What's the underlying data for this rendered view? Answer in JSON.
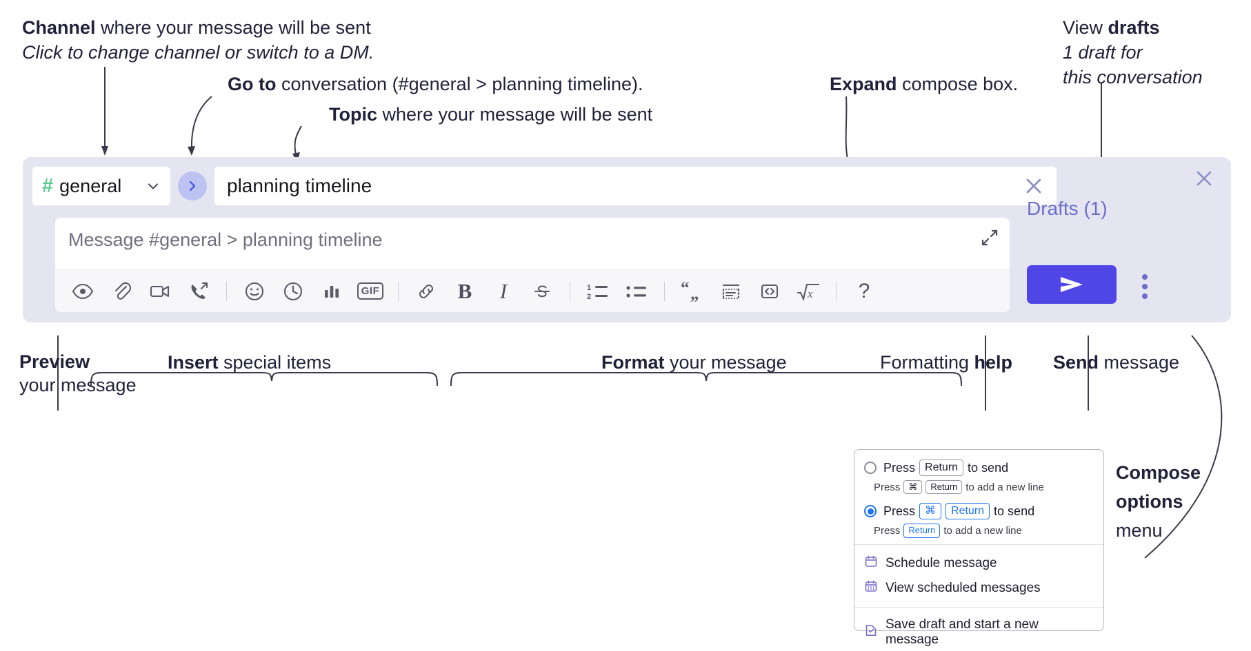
{
  "annotations": {
    "channel": {
      "bold": "Channel",
      "rest": " where your message will be sent",
      "sub": "Click to change channel or switch to a DM."
    },
    "goto": {
      "bold": "Go to",
      "rest": " conversation (#general > planning timeline)."
    },
    "topic": {
      "bold": "Topic",
      "rest": " where your message will be sent"
    },
    "expand": {
      "bold": "Expand",
      "rest": " compose box."
    },
    "drafts": {
      "pre": "View ",
      "bold": "drafts",
      "sub1": "1 draft for",
      "sub2": "this conversation"
    },
    "preview": {
      "bold": "Preview",
      "line2": "your message"
    },
    "insert": {
      "bold": "Insert",
      "rest": " special items"
    },
    "format": {
      "bold": "Format",
      "rest": " your message"
    },
    "formatting_help": {
      "pre": "Formatting ",
      "bold": "help"
    },
    "send": {
      "bold": "Send",
      "rest": " message"
    },
    "compose_options": {
      "bold1": "Compose",
      "bold2": "options",
      "rest": "menu"
    }
  },
  "compose": {
    "channel_name": "general",
    "hash_symbol": "#",
    "topic_value": "planning timeline",
    "message_placeholder": "Message #general > planning timeline",
    "drafts_label": "Drafts (1)",
    "toolbar": [
      {
        "name": "preview-icon",
        "label": "Preview"
      },
      {
        "name": "attachment-icon",
        "label": "Attach file"
      },
      {
        "name": "video-camera-icon",
        "label": "Record video clip"
      },
      {
        "name": "audio-call-icon",
        "label": "Record audio clip"
      },
      {
        "name": "separator",
        "label": ""
      },
      {
        "name": "emoji-icon",
        "label": "Emoji"
      },
      {
        "name": "clock-icon",
        "label": "Reminder"
      },
      {
        "name": "poll-icon",
        "label": "Poll"
      },
      {
        "name": "gif-icon",
        "label": "GIF"
      },
      {
        "name": "separator",
        "label": ""
      },
      {
        "name": "link-icon",
        "label": "Link"
      },
      {
        "name": "bold-icon",
        "label": "B"
      },
      {
        "name": "italic-icon",
        "label": "I"
      },
      {
        "name": "strikethrough-icon",
        "label": "Strikethrough"
      },
      {
        "name": "separator",
        "label": ""
      },
      {
        "name": "ordered-list-icon",
        "label": "Ordered list"
      },
      {
        "name": "bulleted-list-icon",
        "label": "Bulleted list"
      },
      {
        "name": "separator",
        "label": ""
      },
      {
        "name": "blockquote-icon",
        "label": "Blockquote"
      },
      {
        "name": "code-block-icon",
        "label": "Code block"
      },
      {
        "name": "code-icon",
        "label": "Code"
      },
      {
        "name": "math-icon",
        "label": "Math"
      },
      {
        "name": "separator",
        "label": ""
      },
      {
        "name": "help-icon",
        "label": "?"
      }
    ]
  },
  "popup": {
    "option1": {
      "pre": "Press",
      "key": "Return",
      "post": "to send",
      "sub_pre": "Press",
      "sub_key1": "⌘",
      "sub_key2": "Return",
      "sub_post": "to add a new line",
      "selected": false
    },
    "option2": {
      "pre": "Press",
      "key1": "⌘",
      "key2": "Return",
      "post": "to send",
      "sub_pre": "Press",
      "sub_key": "Return",
      "sub_post": "to add a new line",
      "selected": true
    },
    "items": [
      {
        "icon": "calendar-icon",
        "label": "Schedule message"
      },
      {
        "icon": "calendar-grid-icon",
        "label": "View scheduled messages"
      },
      {
        "icon": "save-draft-icon",
        "label": "Save draft and start a new message"
      }
    ]
  },
  "colors": {
    "panel_bg": "#e4e5f1",
    "accent_send": "#4f46e5",
    "hash_green": "#5ccb8f",
    "drafts_purple": "#6b6ec9",
    "radio_blue": "#1d74f5",
    "goto_bg": "#bcc2f2"
  }
}
